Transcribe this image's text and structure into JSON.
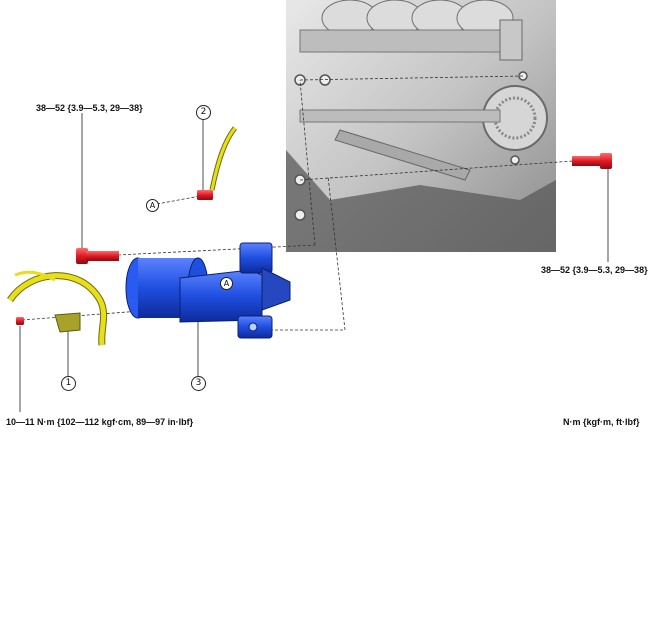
{
  "torque_specs": {
    "upper_left": "38—52 {3.9—5.3, 29—38}",
    "right": "38—52 {3.9—5.3, 29—38}",
    "lower_left": "10—11 N·m {102—112 kgf·cm, 89—97 in·lbf}"
  },
  "units_note": "N·m {kgf·m, ft·lbf}",
  "callouts": {
    "part_1": "1",
    "part_2": "2",
    "part_3": "3",
    "ref_a_upper": "A",
    "ref_a_starter": "A"
  },
  "colors": {
    "starter": "#1f4fe0",
    "bolt": "#e01a24",
    "harness": "#e6df1a",
    "engine": "#c8c8c8"
  }
}
